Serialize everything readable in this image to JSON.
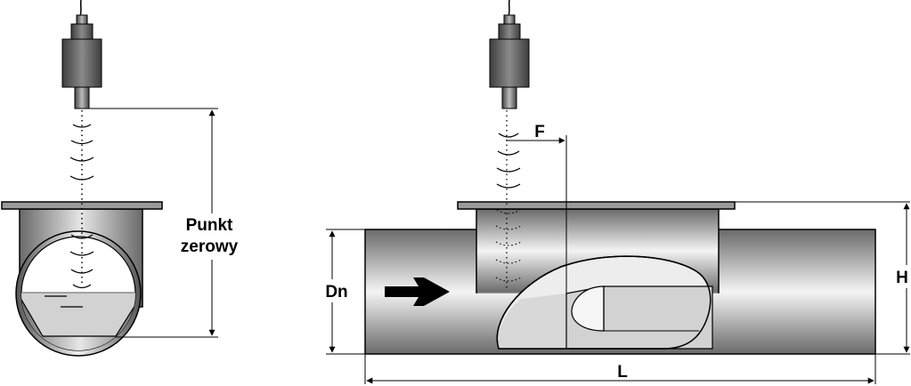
{
  "labels": {
    "zero_point_line1": "Punkt",
    "zero_point_line2": "zerowy",
    "dn": "Dn",
    "f": "F",
    "h": "H",
    "l": "L"
  },
  "colors": {
    "pipe_dark": "#6f6f6f",
    "pipe_light": "#f2f2f2",
    "sensor_body": "#5a5a5a",
    "water": "#d2d2d2",
    "outline": "#000000"
  }
}
